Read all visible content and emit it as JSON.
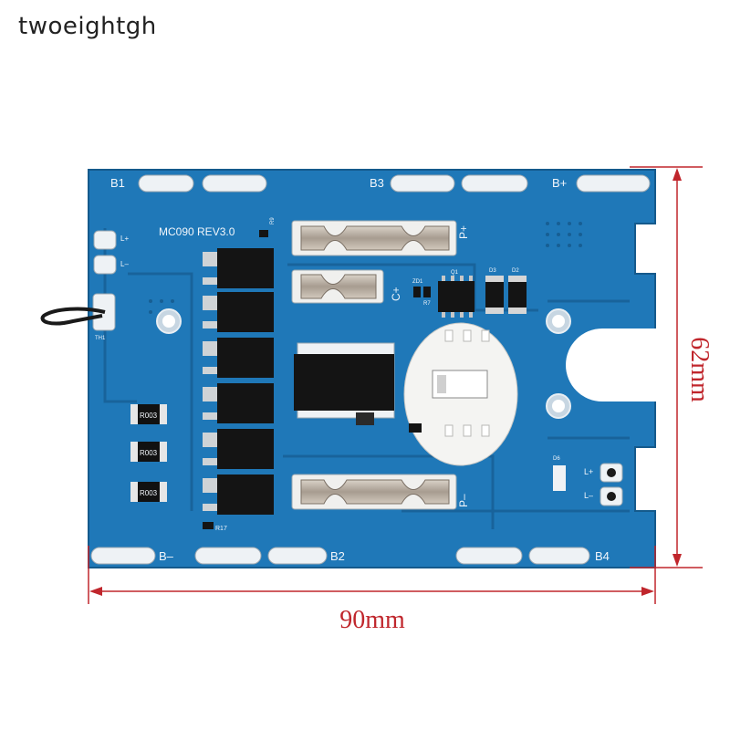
{
  "brand": "twoeightgh",
  "board": {
    "model": "MC090  REV3.0",
    "pad_labels": {
      "b1": "B1",
      "b3": "B3",
      "bplus": "B+",
      "bminus": "B–",
      "b2": "B2",
      "b4": "B4",
      "pplus": "P+",
      "cplus": "C+",
      "pminus": "P–",
      "lplus_left": "L+",
      "lminus_left": "L–",
      "lplus_right": "L+",
      "lminus_right": "L–",
      "th1": "TH1",
      "r17": "R17",
      "r9": "R9",
      "zd1": "ZD1",
      "r7": "R7",
      "q1": "Q1",
      "d3": "D3",
      "d2": "D2",
      "d6": "D6"
    },
    "resistor_code": "R003"
  },
  "dimensions": {
    "width": "90mm",
    "height": "62mm"
  },
  "colors": {
    "pcb": "#1f78b8",
    "pcb_dark": "#175e93",
    "dimension": "#c0262c",
    "silk": "#f2f6fb"
  }
}
